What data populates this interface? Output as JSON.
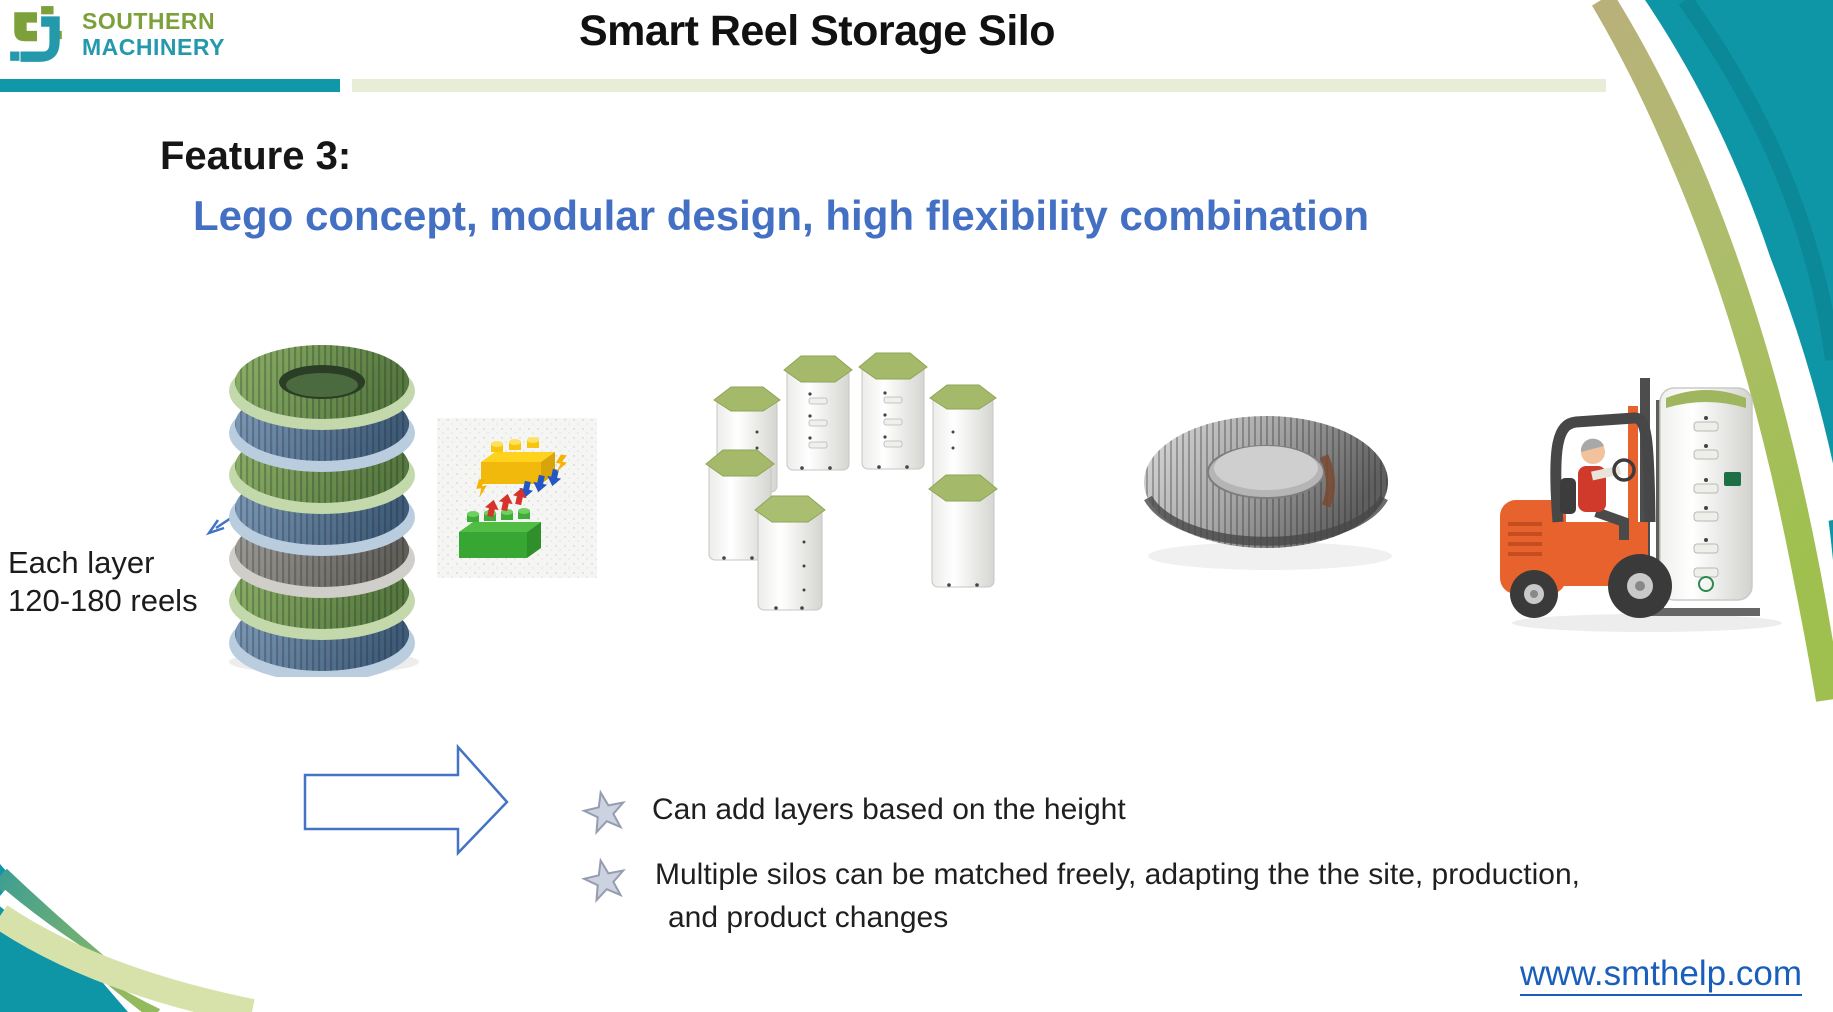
{
  "brand": {
    "name_line1": "SOUTHERN",
    "name_line2": "MACHINERY"
  },
  "header": {
    "title": "Smart Reel Storage Silo"
  },
  "feature": {
    "label": "Feature 3:"
  },
  "headline": "Lego concept, modular design, high flexibility combination",
  "annotation": {
    "line1": "Each layer",
    "line2": "120-180 reels"
  },
  "bullets": [
    {
      "lines": [
        "Can add layers based on the height"
      ]
    },
    {
      "lines": [
        "Multiple silos can be matched freely, adapting the the site, production,",
        "and product changes"
      ]
    }
  ],
  "footer": {
    "link": "www.smthelp.com"
  },
  "figures": {
    "figure1": "stacked-reel-silo-layers",
    "figure2": "lego-bricks-concept",
    "figure3": "modular-silo-cluster",
    "figure4": "single-reel-buffer-ring",
    "figure5": "forklift-moving-silo"
  },
  "colors": {
    "teal": "#1097a8",
    "pale_band": "#e8edd8",
    "logo_green": "#7ca13b",
    "logo_teal": "#2499ac",
    "headline_blue": "#4470c4",
    "link_blue": "#1a5ebb",
    "arrow_outline_blue": "#4472c4",
    "star_gray": "#ccd2df",
    "silo_top_green": "#a4ba6a",
    "forklift_orange": "#e8622d"
  }
}
